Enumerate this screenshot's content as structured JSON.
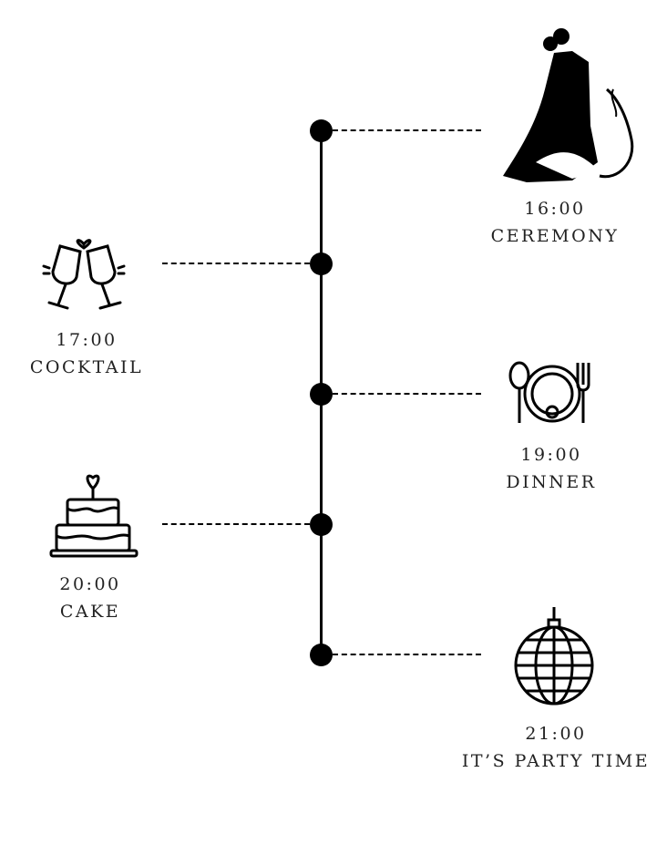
{
  "events": [
    {
      "time": "16:00",
      "name": "CEREMONY",
      "icon": "bride-groom-icon"
    },
    {
      "time": "17:00",
      "name": "COCKTAIL",
      "icon": "champagne-glasses-icon"
    },
    {
      "time": "19:00",
      "name": "DINNER",
      "icon": "plate-cutlery-icon"
    },
    {
      "time": "20:00",
      "name": "CAKE",
      "icon": "wedding-cake-icon"
    },
    {
      "time": "21:00",
      "name": "IT’S PARTY TIME",
      "icon": "disco-ball-icon"
    }
  ]
}
